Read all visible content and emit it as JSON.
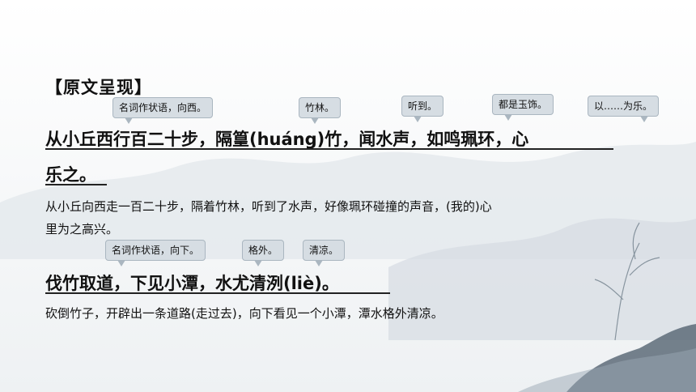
{
  "section_title": "【原文呈现】",
  "passage1": {
    "original_line1": "从小丘西行百二十步，隔篁(huáng)竹，闻水声，如鸣珮环，心",
    "original_line2": "乐之。",
    "translation_line1": "从小丘向西走一百二十步，隔着竹林，听到了水声，好像珮环碰撞的声音，(我的)心",
    "translation_line2": "里为之高兴。",
    "notes": [
      "名词作状语，向西。",
      "竹林。",
      "听到。",
      "都是玉饰。",
      "以……为乐。"
    ]
  },
  "passage2": {
    "original_line1": "伐竹取道，下见小潭，水尤清洌(liè)。",
    "translation_line1": "砍倒竹子，开辟出一条道路(走过去)，向下看见一个小潭，潭水格外清凉。",
    "notes": [
      "名词作状语，向下。",
      "格外。",
      "清凉。"
    ]
  },
  "colors": {
    "callout_fill": "#d6dde3",
    "callout_border": "#aab6c0",
    "text": "#111111"
  }
}
